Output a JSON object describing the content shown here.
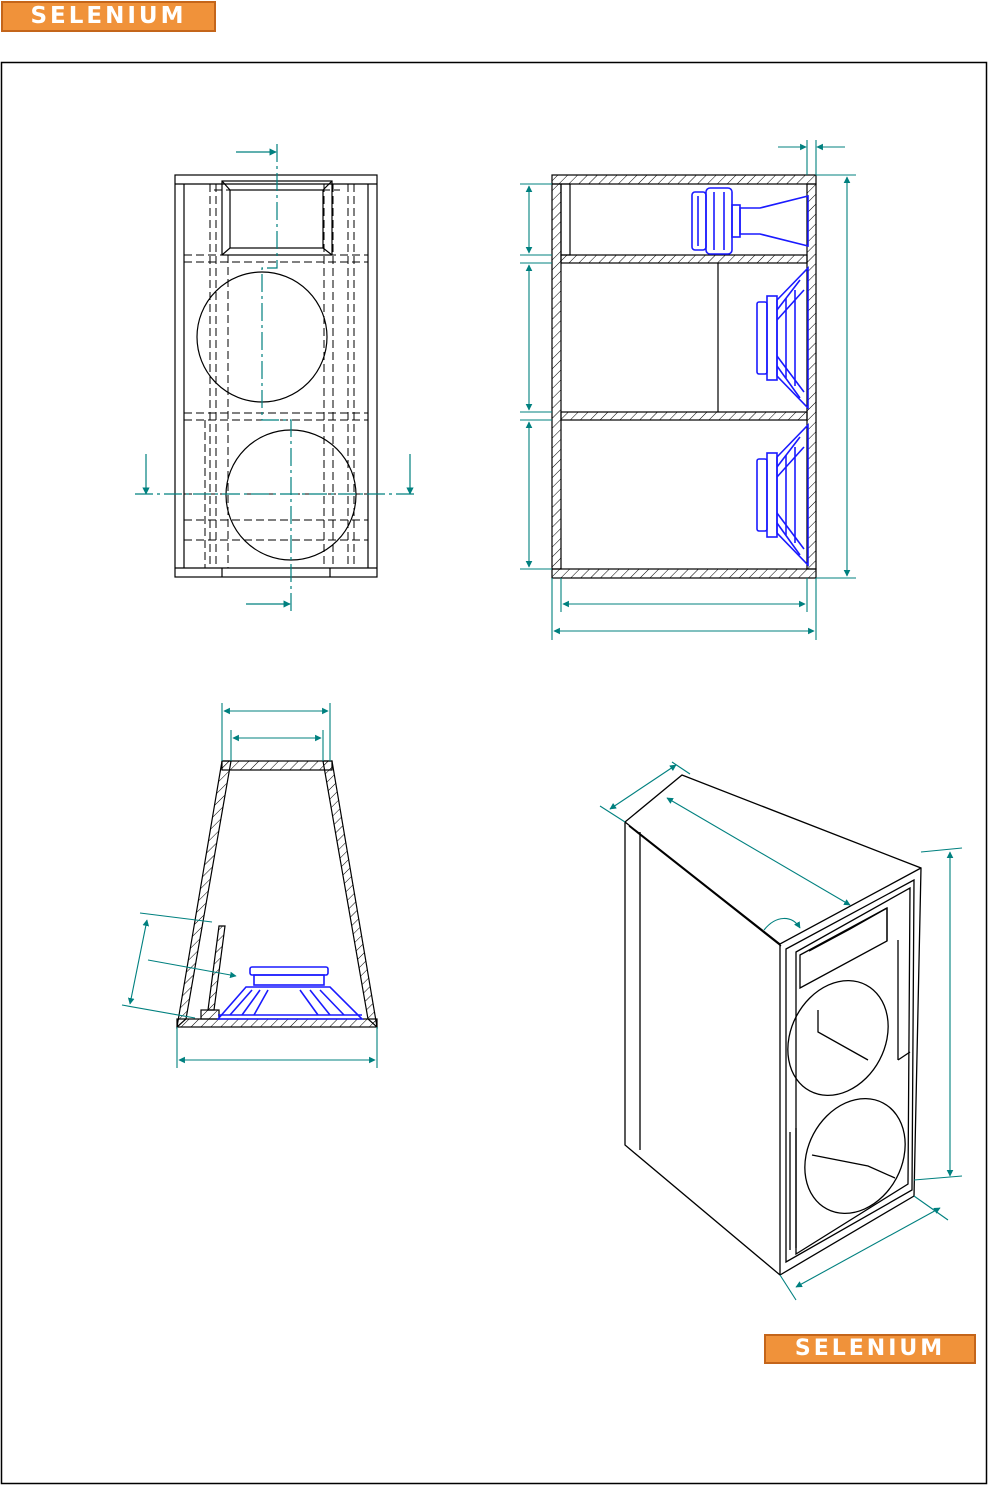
{
  "brand": {
    "logo_top": "SELENIUM",
    "logo_bottom": "SELENIUM",
    "logo_color": "#f0923a"
  },
  "drawing": {
    "line_color": "#000000",
    "dimension_color": "#00807f",
    "driver_color": "#1a1aff"
  },
  "views": [
    {
      "name": "front-view"
    },
    {
      "name": "side-section-view"
    },
    {
      "name": "top-section-view"
    },
    {
      "name": "isometric-view"
    }
  ]
}
